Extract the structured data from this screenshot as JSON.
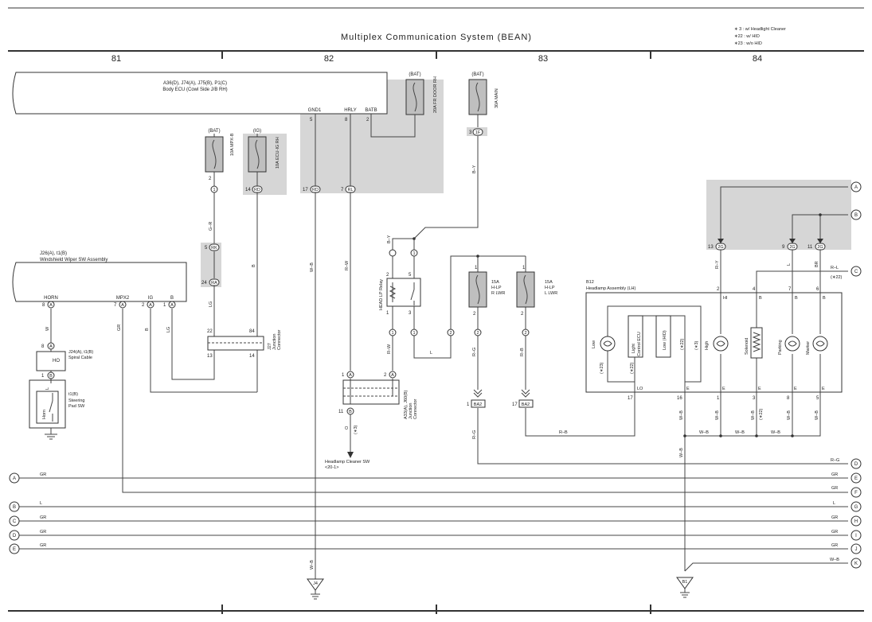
{
  "title": "Multiplex Communication System (BEAN)",
  "notes": [
    "∗ 3 : w/ Headlight Cleaner",
    "∗22 : w/ HID",
    "∗23 : w/o HID"
  ],
  "sections": [
    "81",
    "82",
    "83",
    "84"
  ],
  "body_ecu": {
    "line1": "A36(D), J74(A), J75(B), P1(C)",
    "line2": "Body ECU (Cowl Side J/B RH)",
    "pins": [
      {
        "num": "5",
        "name": "GND1"
      },
      {
        "num": "8",
        "name": "HRLY"
      },
      {
        "num": "2",
        "name": "BATB"
      }
    ]
  },
  "wiper_sw": {
    "line1": "J26(A), t1(B)",
    "line2": "Windshield Wiper SW Assembly",
    "pins": [
      {
        "num": "8",
        "name": "HORN",
        "conn": "A"
      },
      {
        "num": "7",
        "name": "MPX2",
        "conn": "A"
      },
      {
        "num": "2",
        "name": "IG",
        "conn": "A"
      },
      {
        "num": "1",
        "name": "B",
        "conn": "A"
      }
    ]
  },
  "fuses": [
    {
      "source": "(BAT)",
      "name": "10A MPX-B"
    },
    {
      "source": "(IG)",
      "name": "10A ECU-IG RH"
    },
    {
      "source": "(BAT)",
      "name": "20A FR DOOR RH"
    },
    {
      "source": "(BAT)",
      "name": "30A MAIN"
    },
    {
      "amp": "15A",
      "name1": "H-LP",
      "name2": "R LWR"
    },
    {
      "amp": "15A",
      "name1": "H-LP",
      "name2": "L LWR"
    }
  ],
  "connectors": {
    "rk": "RK",
    "ra": "RA",
    "rd": "RD",
    "rl": "RL",
    "1f": "1F",
    "2g": "2G",
    "ba2": "BA2",
    "a": "A",
    "b": "B"
  },
  "pin_numbers": {
    "p1": "1",
    "p2": "2",
    "p3": "3",
    "p5": "5",
    "p7": "7",
    "p8": "8",
    "p9": "9",
    "p11": "11",
    "p13": "13",
    "p14": "14",
    "p17": "17",
    "p22": "22",
    "p24": "24",
    "p84": "84",
    "p16": "16",
    "p4": "4",
    "p6": "6"
  },
  "wire_colors": {
    "gr": "G–R",
    "b": "B",
    "lg": "LG",
    "w": "W",
    "grey": "GR",
    "wb": "W–B",
    "rw": "R–W",
    "by": "B–Y",
    "l": "L",
    "rg": "R–G",
    "rb": "R–B",
    "ry": "R–Y",
    "br": "BR",
    "rl": "R–L",
    "o": "O"
  },
  "spiral_cable": {
    "label1": "J24(A), t1(B)",
    "label2": "Spiral Cable",
    "part": "HO"
  },
  "steering_sw": {
    "label1": "t1(B)",
    "label2": "Steering",
    "label3": "Pad SW",
    "part": "Horn"
  },
  "j27": {
    "label1": "J27",
    "label2": "Junction",
    "label3": "Connector"
  },
  "a33": {
    "label1": "A33(A), J60(B)",
    "label2": "Junction",
    "label3": "Connector"
  },
  "headlp_relay": "HEAD LP Relay",
  "headlamp": {
    "line1": "B12",
    "line2": "Headlamp Assembly (LH)",
    "terms": {
      "hi": "HI",
      "b": "B",
      "e": "E",
      "lo": "LO"
    },
    "parts": {
      "low": "Low",
      "ecu1": "Light",
      "ecu2": "Control ECU",
      "lowhid": "Low (HID)",
      "high": "High",
      "solenoid": "Solenoid",
      "parking": "Parking",
      "marker": "Marker"
    },
    "notes": {
      "n23": "(∗23)",
      "n22": "(∗22)",
      "n3": "(∗3)"
    }
  },
  "cleaner_sw": {
    "label1": "Headlamp Cleaner SW",
    "label2": "<20-1>"
  },
  "star3": "(∗3)",
  "star22": "(∗22)",
  "grounds": {
    "j4": "J4",
    "b1": "B1"
  },
  "refs": [
    "A",
    "B",
    "C",
    "D",
    "E",
    "F",
    "G",
    "H",
    "I",
    "J",
    "K"
  ]
}
